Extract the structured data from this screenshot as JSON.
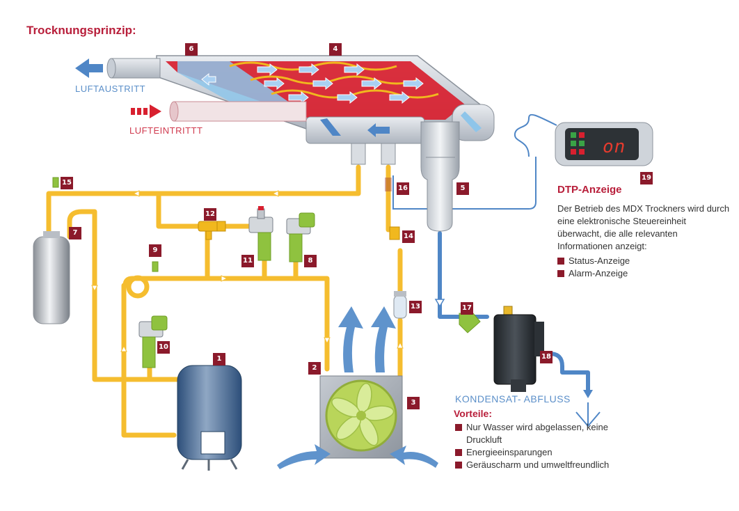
{
  "title": "Trocknungsprinzip:",
  "labels": {
    "air_out": "LUFTAUSTRITT",
    "air_in": "LUFTEINTRITTT",
    "condensate": "KONDENSAT- ABFLUSS",
    "display_text": "on"
  },
  "badges": [
    "1",
    "2",
    "3",
    "4",
    "5",
    "6",
    "7",
    "8",
    "9",
    "10",
    "11",
    "12",
    "13",
    "14",
    "15",
    "16",
    "17",
    "18",
    "19"
  ],
  "dtp": {
    "title": "DTP-Anzeige",
    "description": "Der Betrieb des MDX Trockners wird durch eine elektronische Steuereinheit überwacht, die alle relevanten Informationen anzeigt:",
    "items": [
      "Status-Anzeige",
      "Alarm-Anzeige"
    ]
  },
  "vorteile": {
    "title": "Vorteile:",
    "items": [
      "Nur Wasser wird abgelassen, keine Druckluft",
      "Energieeinsparungen",
      "Geräuscharm und umweltfreundlich"
    ]
  },
  "colors": {
    "pipe_yellow": "#f5bd2f",
    "pipe_blue": "#4f86c6",
    "hot_red": "#d8202f",
    "accent_red": "#b81e3a",
    "badge": "#8b1a2b",
    "fan_green": "#b9d55a",
    "valve_green": "#8fc23f"
  }
}
